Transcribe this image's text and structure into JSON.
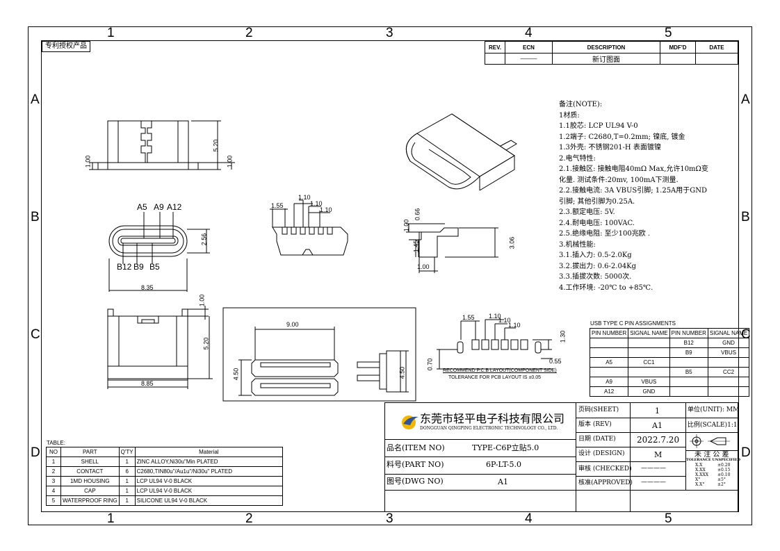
{
  "frame": {
    "zones_top": [
      "1",
      "2",
      "3",
      "4",
      "5"
    ],
    "zones_side": [
      "A",
      "B",
      "C",
      "D"
    ]
  },
  "patent_label": "专利授权产品",
  "revision": {
    "headers": [
      "REV.",
      "ECN",
      "DESCRIPTION",
      "MDF'D",
      "DATE"
    ],
    "row": {
      "rev": "",
      "ecn": "———",
      "description": "新订图面",
      "mdfd": "",
      "date": ""
    }
  },
  "notes": {
    "lines": [
      "备注(NOTE):",
      "1材质:",
      "1.1胶芯: LCP UL94 V-0",
      "1.2端子: C2680,T=0.2mm; 镍底, 镀金",
      "1.3外壳: 不锈钢201-H 表面镀镍",
      "2.电气特性:",
      "2.1.接触区: 接触电阻40mΩ Max,允许10mΩ变",
      "     化量. 测试条件:20mv, 100mA下测量.",
      "2.2.接触电流: 3A VBUS引脚; 1.25A用于GND",
      "     引脚; 其他引脚为0.25A.",
      "2.3.额定电压: 5V.",
      "2.4.耐电电压: 100VAC.",
      "2.5.绝缘电阻: 至少100兆欧 .",
      "3.机械性能:",
      "3.1.插入力: 0.5-2.0Kg",
      "3.2.拔出力: 0.6-2.04Kg",
      "3.3.插拔次数: 5000次.",
      "4.工作环境: -20℃ to +85℃."
    ]
  },
  "dims": {
    "d_100_a": "1.00",
    "d_520_a": "5.20",
    "d_100_b": "1.00",
    "pin_a5": "A5",
    "pin_a9": "A9",
    "pin_a12": "A12",
    "pin_b12": "B12",
    "pin_b9": "B9",
    "pin_b5": "B5",
    "d_256": "2.56",
    "d_835": "8.35",
    "d_155": "1.55",
    "d_110_a": "1.10",
    "d_110_b": "1.10",
    "d_110_c": "1.10",
    "d_100_c": "1.00",
    "d_066": "0.66",
    "d_145": "1.45",
    "d_306": "3.06",
    "d_100_d": "1.00",
    "d_100_e": "1.00",
    "d_520_b": "5.20",
    "d_885": "8.85",
    "d_900": "9.00",
    "d_450_a": "4.50",
    "d_450_b": "4.50",
    "d_155_b": "1.55",
    "d_110_d": "1.10",
    "d_110_e": "1.10",
    "d_110_f": "1.10",
    "d_130": "1.30",
    "d_070": "0.70",
    "d_055": "0.55",
    "pcb_title": "RECOMMEND P.C.B LAYOUT(COMPONENT SIDE)",
    "pcb_tol": "TOLERANCE FOR PCB LAYOUT IS ±0.05"
  },
  "pin_assign": {
    "title": "USB TYPE C PIN ASSIGNMENTS",
    "headers": [
      "PIN NUMBER",
      "SIGNAL NAME",
      "PIN NUMBER",
      "SIGNAL NAME"
    ],
    "rows": [
      [
        "",
        "",
        "B12",
        "GND"
      ],
      [
        "",
        "",
        "B9",
        "VBUS"
      ],
      [
        "A5",
        "CC1",
        "",
        ""
      ],
      [
        "",
        "",
        "B5",
        "CC2"
      ],
      [
        "A9",
        "VBUS",
        "",
        ""
      ],
      [
        "A12",
        "GND",
        "",
        ""
      ]
    ]
  },
  "bom": {
    "title": "TABLE:",
    "headers": [
      "NO",
      "PART",
      "Q'TY",
      "Material"
    ],
    "rows": [
      [
        "1",
        "SHELL",
        "1",
        "ZINC ALLOY,Ni30u\"Min PLATED"
      ],
      [
        "2",
        "CONTACT",
        "6",
        "C2680,TIN80u\"/Au1u\"/Ni30u\" PLATED"
      ],
      [
        "3",
        "1MD HOUSING",
        "1",
        "LCP UL94 V-0 BLACK"
      ],
      [
        "4",
        "CAP",
        "1",
        "LCP UL94 V-0 BLACK"
      ],
      [
        "5",
        "WATERPROOF RING",
        "1",
        "SILICONE UL94 V-0 BLACK"
      ]
    ]
  },
  "title_block": {
    "company_cn": "东莞市轻平电子科技有限公司",
    "company_en": "DONGGUAN QINGPING ELECTRONIC TECHNOLOGY CO., LTD.",
    "item_label": "品名(ITEM NO)",
    "item_value": "TYPE-C6P立贴5.0",
    "part_label": "料号(PART NO)",
    "part_value": "6P-LT-5.0",
    "dwg_label": "图号(DWG NO)",
    "dwg_value": "A1",
    "sheet_label": "页码(SHEET)",
    "sheet_value": "1",
    "rev_label": "版本 (REV)",
    "rev_value": "A1",
    "date_label": "日期 (DATE)",
    "date_value": "2022.7.20",
    "design_label": "设计 (DESIGN)",
    "design_value": "M",
    "checked_label": "审核 (CHECKED)",
    "checked_value": "————",
    "approved_label": "核准(APPROVED)",
    "approved_value": "————",
    "unit_label": "单位(UNIT): MM",
    "scale_label": "比例(SCALE)1:1",
    "tol_title": "未 注 公 差",
    "tol_sub": "TOLERANCE UNSPECIFIED",
    "tol_rows": [
      [
        "X.X",
        "±0.20"
      ],
      [
        "X.XX",
        "±0.15"
      ],
      [
        "X.XXX",
        "±0.10"
      ],
      [
        "X°",
        "±5°"
      ],
      [
        "X.X°",
        "±2°"
      ]
    ]
  },
  "icons": [
    "angle-projection-icon",
    "company-logo-icon"
  ]
}
